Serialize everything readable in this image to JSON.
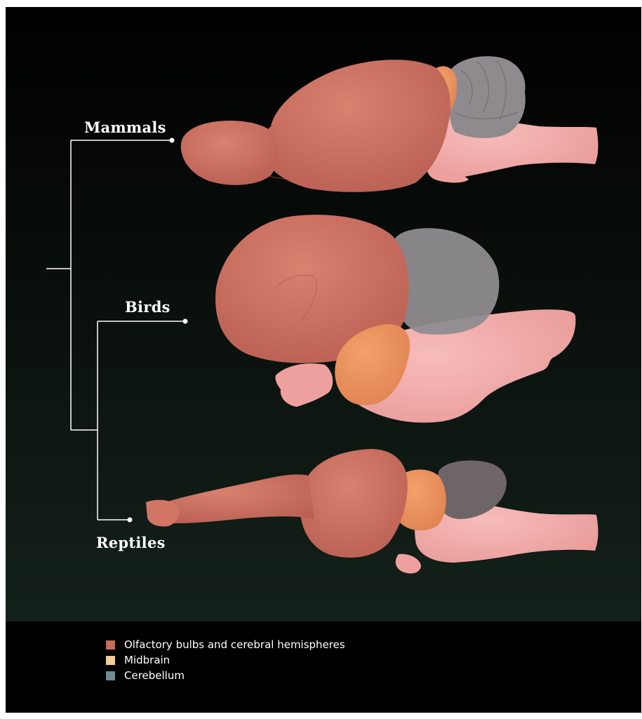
{
  "labels": {
    "mammals": "Mammals",
    "birds": "Birds",
    "reptiles": "Reptiles"
  },
  "legend": [
    {
      "label": "Olfactory bulbs and cerebral hemispheres",
      "color": "#c56c5b"
    },
    {
      "label": "Midbrain",
      "color": "#f7c998"
    },
    {
      "label": "Cerebellum",
      "color": "#6f8a8e"
    }
  ],
  "colors": {
    "hemispheres": "#c96d5e",
    "midbrain": "#e8905a",
    "cerebellum": "#8a8285",
    "brainstem": "#f1a7a5",
    "background_top": "#000000",
    "background_bottom": "#142019",
    "tree_lines": "#ffffff"
  }
}
